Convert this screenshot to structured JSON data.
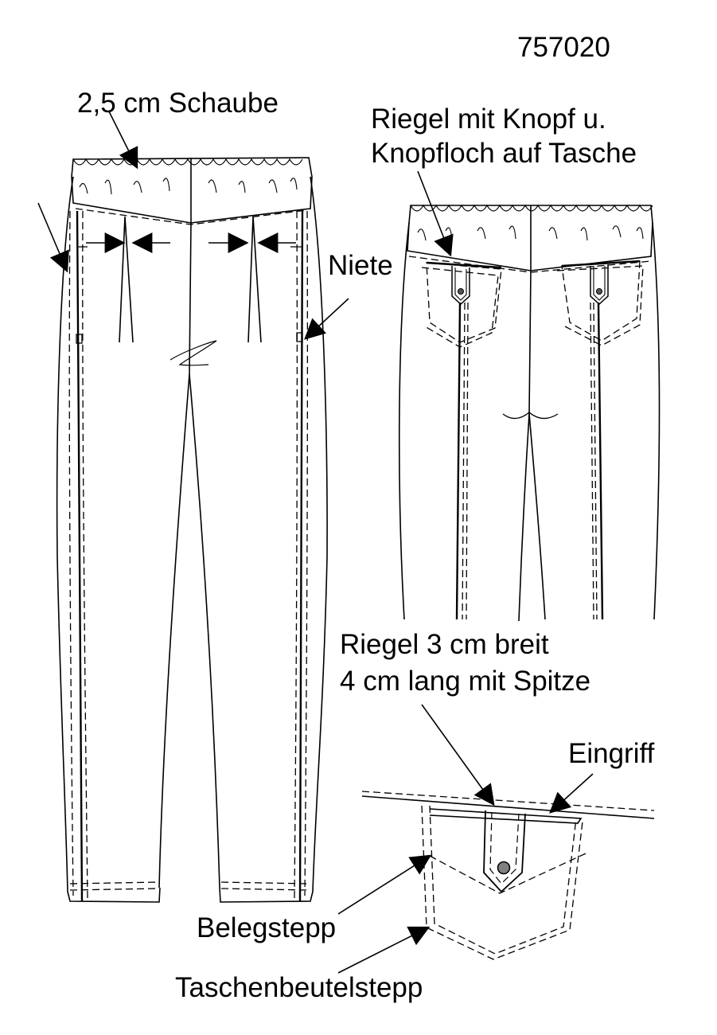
{
  "header": {
    "model_number": "757020"
  },
  "labels": {
    "waistband": "2,5 cm Schaube",
    "rivet": "Niete",
    "tab_line1": "Riegel mit Knopf u.",
    "tab_line2": "Knopfloch auf Tasche",
    "tab_size_line1": "Riegel 3 cm breit",
    "tab_size_line2": "4 cm lang mit Spitze",
    "pocket_opening": "Eingriff",
    "facing_stitch": "Belegstepp",
    "pocketbag_stitch": "Taschenbeutelstepp"
  },
  "colors": {
    "line": "#000000",
    "paper": "#ffffff",
    "button_fill": "#808080"
  }
}
